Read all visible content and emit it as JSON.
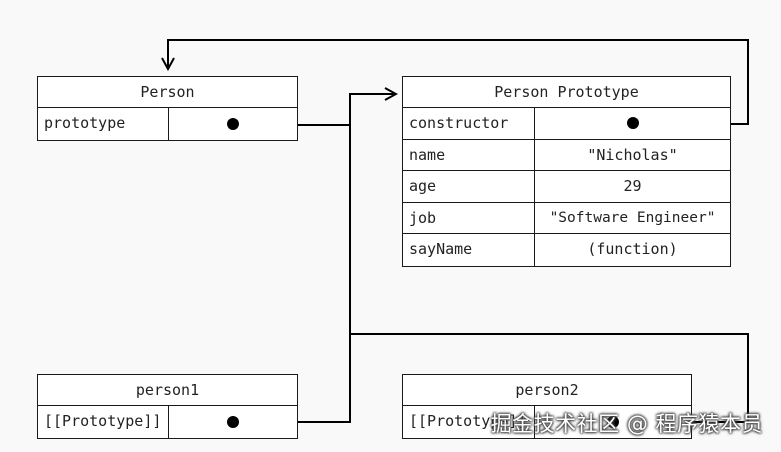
{
  "person_box": {
    "title": "Person",
    "rows": [
      {
        "key": "prototype",
        "value": ""
      }
    ]
  },
  "prototype_box": {
    "title": "Person Prototype",
    "rows": [
      {
        "key": "constructor",
        "value": ""
      },
      {
        "key": "name",
        "value": "\"Nicholas\""
      },
      {
        "key": "age",
        "value": "29"
      },
      {
        "key": "job",
        "value": "\"Software Engineer\""
      },
      {
        "key": "sayName",
        "value": "(function)"
      }
    ]
  },
  "person1_box": {
    "title": "person1",
    "rows": [
      {
        "key": "[[Prototype]]",
        "value": ""
      }
    ]
  },
  "person2_box": {
    "title": "person2",
    "rows": [
      {
        "key": "[[Prototype]]",
        "value": ""
      }
    ]
  },
  "watermark": "掘金技术社区 @ 程序猿本员",
  "colors": {
    "line": "#000000",
    "background": "#f9f9f9",
    "box": "#ffffff"
  }
}
